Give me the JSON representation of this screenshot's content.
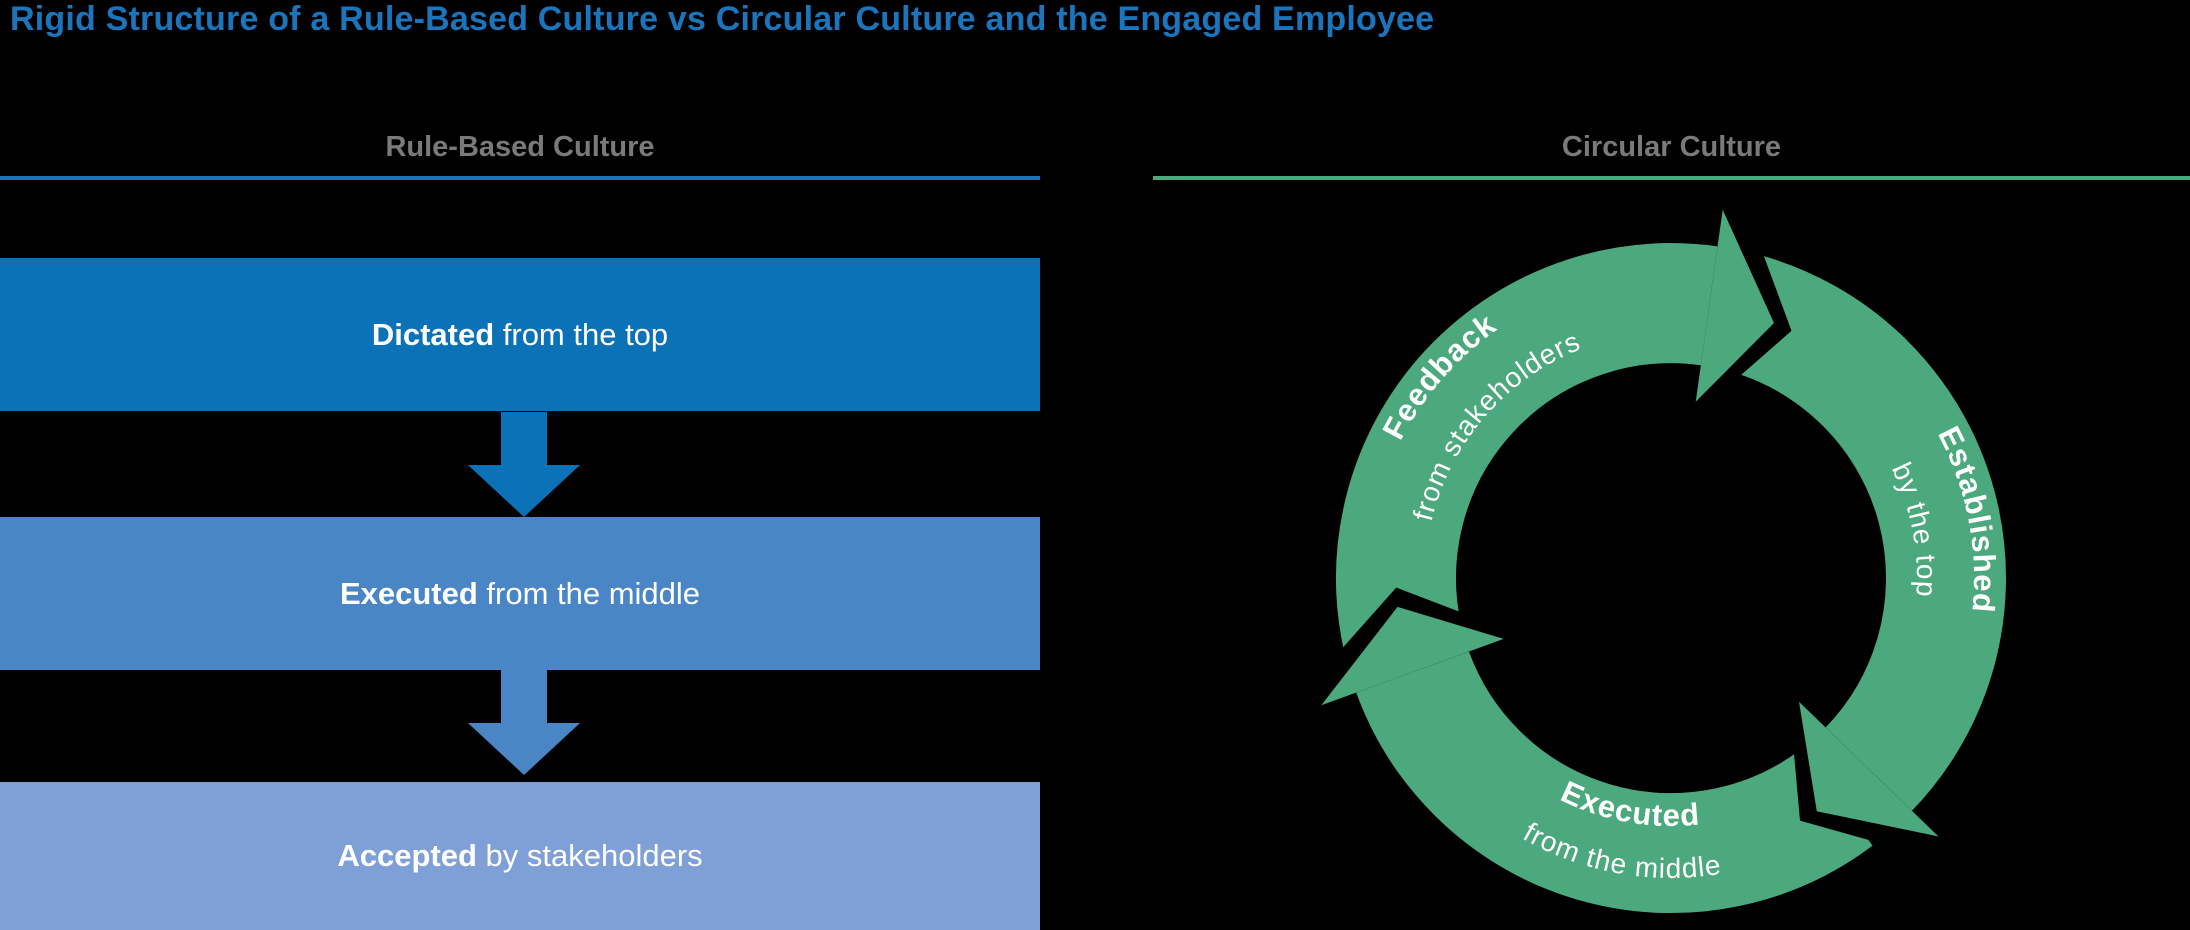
{
  "title": "Rigid Structure of a Rule-Based Culture vs Circular Culture and the Engaged Employee",
  "left_column": {
    "header": "Rule-Based Culture",
    "steps": [
      {
        "bold": "Dictated",
        "rest": " from the top"
      },
      {
        "bold": "Executed",
        "rest": " from the middle"
      },
      {
        "bold": "Accepted",
        "rest": " by stakeholders"
      }
    ]
  },
  "right_column": {
    "header": "Circular Culture",
    "segments": [
      {
        "bold": "Feedback",
        "rest": "from stakeholders"
      },
      {
        "bold": "Established",
        "rest": "by the top"
      },
      {
        "bold": "Executed",
        "rest": "from the middle"
      }
    ]
  },
  "colors": {
    "background": "#000000",
    "title_blue": "#1B75BC",
    "header_gray": "#7A7A7A",
    "bar_top_blue": "#0B72B8",
    "bar_middle_blue": "#4A86C6",
    "bar_bottom_blue": "#7EA0D6",
    "cycle_green": "#4CA87D",
    "label_white": "#FFFFFF"
  }
}
